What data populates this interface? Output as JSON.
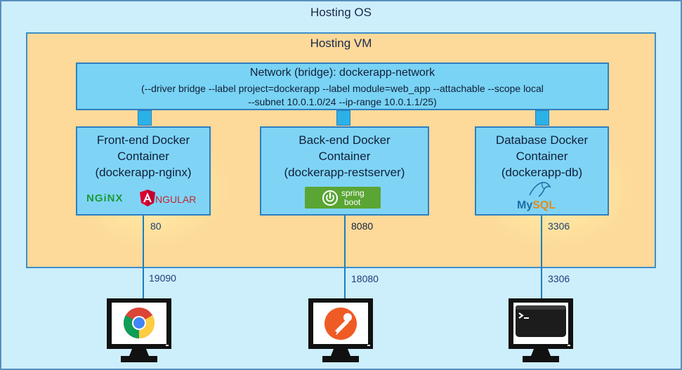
{
  "hosting_os": "Hosting OS",
  "hosting_vm": "Hosting VM",
  "network": {
    "title": "Network (bridge): dockerapp-network",
    "line1": "(--driver bridge --label project=dockerapp --label module=web_app --attachable --scope local",
    "line2": "--subnet  10.0.1.0/24 --ip-range 10.0.1.1/25)"
  },
  "containers": [
    {
      "line1": "Front-end Docker",
      "line2": "Container",
      "line3": "(dockerapp-nginx)",
      "inner_port": "80",
      "outer_port": "19090",
      "logos": [
        "NGiNX",
        "NGULAR"
      ]
    },
    {
      "line1": "Back-end Docker",
      "line2": "Container",
      "line3": "(dockerapp-restserver)",
      "inner_port": "8080",
      "outer_port": "18080",
      "logos": [
        "spring",
        "boot"
      ]
    },
    {
      "line1": "Database Docker",
      "line2": "Container",
      "line3": "(dockerapp-db)",
      "inner_port": "3306",
      "outer_port": "3306",
      "logos": [
        "My",
        "SQL"
      ]
    }
  ],
  "colors": {
    "os_bg": "#cdeefb",
    "vm_bg": "#fdd99a",
    "network_bg": "#79d3f4",
    "container_bg": "#7fd4f6",
    "border": "#2e7fbf"
  },
  "icons": [
    "chrome-icon",
    "postman-icon",
    "terminal-icon"
  ]
}
